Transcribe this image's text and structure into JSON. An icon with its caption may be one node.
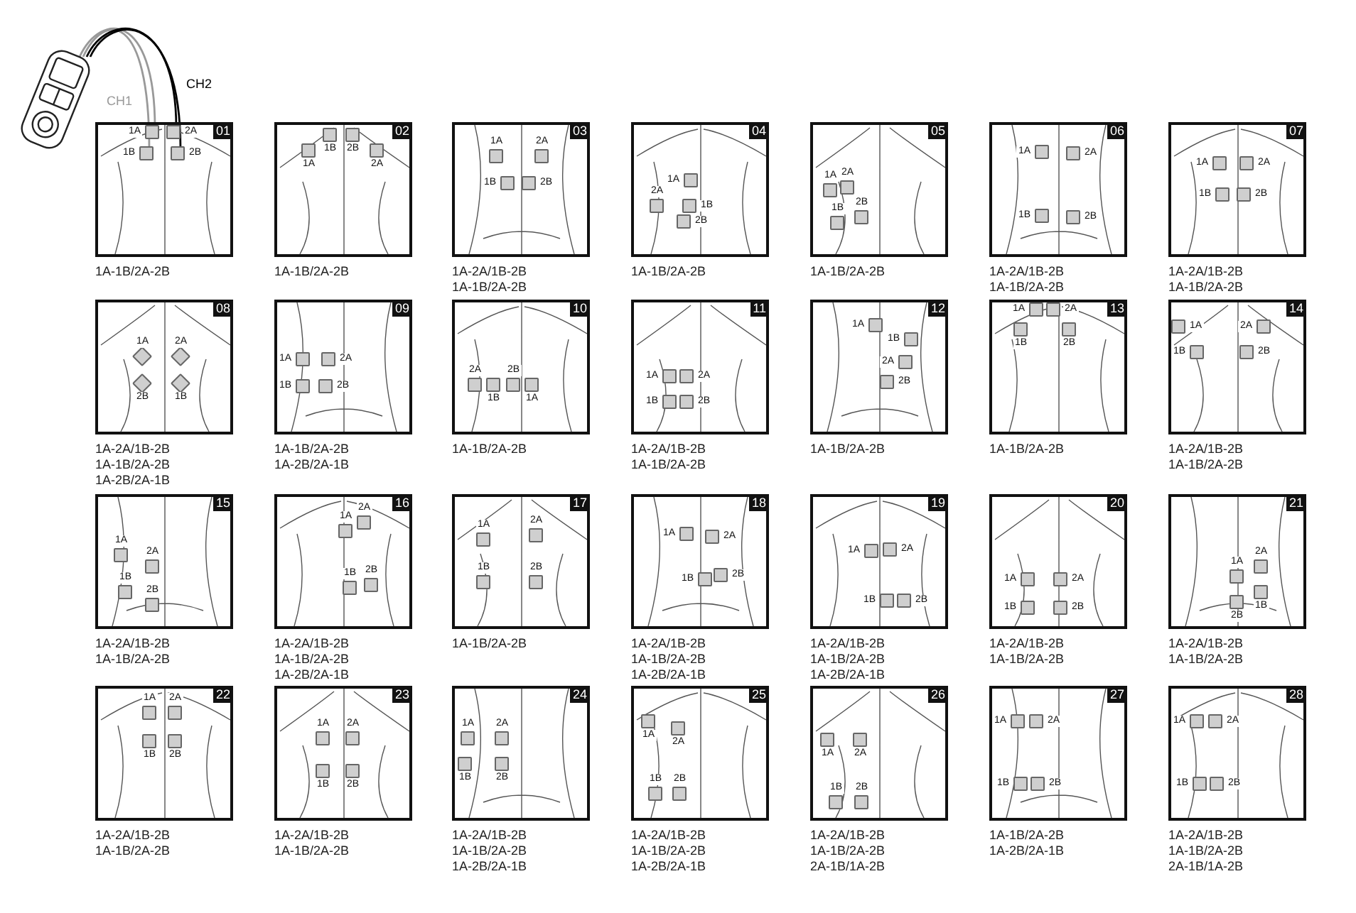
{
  "diagram": {
    "nodes": [
      {
        "text": [],
        "shape": "picture"
      },
      {
        "text": [
          "01"
        ],
        "beside": [
          "1A-1B/2A-2B"
        ]
      },
      {
        "text": [
          "1A"
        ],
        "in": 1
      },
      {
        "text": [
          "2A"
        ],
        "in": 1
      },
      {
        "text": [
          "1B"
        ],
        "in": 1
      },
      {
        "text": [
          "2B"
        ],
        "in": 1
      },
      {
        "text": [
          "02"
        ],
        "beside": [
          "1A-1B/2A-2B"
        ]
      },
      {
        "text": [
          "1A"
        ],
        "in": 6
      },
      {
        "text": [
          "2A"
        ],
        "in": 6
      },
      {
        "text": [
          "1B"
        ],
        "in": 6
      },
      {
        "text": [
          "2B"
        ],
        "in": 6
      },
      {
        "text": [
          "03"
        ],
        "beside": [
          "1A-2A/1B-2B",
          "1A-1B/2A-2B"
        ]
      },
      {
        "text": [
          "1A"
        ],
        "in": 11
      },
      {
        "text": [
          "2A"
        ],
        "in": 11
      },
      {
        "text": [
          "1B"
        ],
        "in": 11
      },
      {
        "text": [
          "2B"
        ],
        "in": 11
      },
      {
        "text": [
          "04"
        ],
        "beside": [
          "1A-1B/2A-2B"
        ]
      },
      {
        "text": [
          "1A"
        ],
        "in": 16
      },
      {
        "text": [
          "2A"
        ],
        "in": 16
      },
      {
        "text": [
          "1B"
        ],
        "in": 16
      },
      {
        "text": [
          "2B"
        ],
        "in": 16
      },
      {
        "text": [
          "05"
        ],
        "beside": [
          "1A-1B/2A-2B"
        ]
      },
      {
        "text": [
          "1A"
        ],
        "in": 21
      },
      {
        "text": [
          "2A"
        ],
        "in": 21
      },
      {
        "text": [
          "1B"
        ],
        "in": 21
      },
      {
        "text": [
          "2B"
        ],
        "in": 21
      },
      {
        "text": [
          "06"
        ],
        "beside": [
          "1A-2A/1B-2B",
          "1A-1B/2A-2B"
        ]
      },
      {
        "text": [
          "1A"
        ],
        "in": 26
      },
      {
        "text": [
          "2A"
        ],
        "in": 26
      },
      {
        "text": [
          "1B"
        ],
        "in": 26
      },
      {
        "text": [
          "2B"
        ],
        "in": 26
      },
      {
        "text": [
          "07"
        ],
        "beside": [
          "1A-2A/1B-2B",
          "1A-1B/2A-2B"
        ]
      },
      {
        "text": [
          "1A"
        ],
        "in": 31
      },
      {
        "text": [
          "2A"
        ],
        "in": 31
      },
      {
        "text": [
          "1B"
        ],
        "in": 31
      },
      {
        "text": [
          "2B"
        ],
        "in": 31
      },
      {
        "text": [
          "08"
        ],
        "beside": [
          "1A-2A/1B-2B",
          "1A-1B/2A-2B",
          "1A-2B/2A-1B"
        ]
      },
      {
        "text": [
          "1A"
        ],
        "in": 36
      },
      {
        "text": [
          "2A"
        ],
        "in": 36
      },
      {
        "text": [
          "1B"
        ],
        "in": 36
      },
      {
        "text": [
          "2B"
        ],
        "in": 36
      },
      {
        "text": [
          "09"
        ],
        "beside": [
          "1A-1B/2A-2B",
          "1A-2B/2A-1B"
        ]
      },
      {
        "text": [
          "1A"
        ],
        "in": 41
      },
      {
        "text": [
          "2A"
        ],
        "in": 41
      },
      {
        "text": [
          "1B"
        ],
        "in": 41
      },
      {
        "text": [
          "2B"
        ],
        "in": 41
      },
      {
        "text": [
          "10"
        ],
        "beside": [
          "1A-1B/2A-2B"
        ]
      },
      {
        "text": [
          "1A"
        ],
        "in": 46
      },
      {
        "text": [
          "2A"
        ],
        "in": 46
      },
      {
        "text": [
          "1B"
        ],
        "in": 46
      },
      {
        "text": [
          "2B"
        ],
        "in": 46
      },
      {
        "text": [
          "11"
        ],
        "beside": [
          "1A-2A/1B-2B",
          "1A-1B/2A-2B"
        ]
      },
      {
        "text": [
          "1A"
        ],
        "in": 51
      },
      {
        "text": [
          "2A"
        ],
        "in": 51
      },
      {
        "text": [
          "1B"
        ],
        "in": 51
      },
      {
        "text": [
          "2B"
        ],
        "in": 51
      },
      {
        "text": [
          "12"
        ],
        "beside": [
          "1A-1B/2A-2B"
        ]
      },
      {
        "text": [
          "1A"
        ],
        "in": 56
      },
      {
        "text": [
          "2A"
        ],
        "in": 56
      },
      {
        "text": [
          "1B"
        ],
        "in": 56
      },
      {
        "text": [
          "2B"
        ],
        "in": 56
      },
      {
        "text": [
          "13"
        ],
        "beside": [
          "1A-1B/2A-2B"
        ]
      },
      {
        "text": [
          "1A"
        ],
        "in": 61
      },
      {
        "text": [
          "2A"
        ],
        "in": 61
      },
      {
        "text": [
          "1B"
        ],
        "in": 61
      },
      {
        "text": [
          "2B"
        ],
        "in": 61
      },
      {
        "text": [
          "14"
        ],
        "beside": [
          "1A-2A/1B-2B",
          "1A-1B/2A-2B"
        ]
      },
      {
        "text": [
          "1A"
        ],
        "in": 66
      },
      {
        "text": [
          "2A"
        ],
        "in": 66
      },
      {
        "text": [
          "1B"
        ],
        "in": 66
      },
      {
        "text": [
          "2B"
        ],
        "in": 66
      },
      {
        "text": [
          "15"
        ],
        "beside": [
          "1A-2A/1B-2B",
          "1A-1B/2A-2B"
        ]
      },
      {
        "text": [
          "1A"
        ],
        "in": 71
      },
      {
        "text": [
          "2A"
        ],
        "in": 71
      },
      {
        "text": [
          "1B"
        ],
        "in": 71
      },
      {
        "text": [
          "2B"
        ],
        "in": 71
      },
      {
        "text": [
          "16"
        ],
        "beside": [
          "1A-2A/1B-2B",
          "1A-1B/2A-2B",
          "1A-2B/2A-1B"
        ]
      },
      {
        "text": [
          "1A"
        ],
        "in": 76
      },
      {
        "text": [
          "2A"
        ],
        "in": 76
      },
      {
        "text": [
          "1B"
        ],
        "in": 76
      },
      {
        "text": [
          "2B"
        ],
        "in": 76
      },
      {
        "text": [
          "17"
        ],
        "beside": [
          "1A-1B/2A-2B"
        ]
      },
      {
        "text": [
          "1A"
        ],
        "in": 81
      },
      {
        "text": [
          "2A"
        ],
        "in": 81
      },
      {
        "text": [
          "1B"
        ],
        "in": 81
      },
      {
        "text": [
          "2B"
        ],
        "in": 81
      },
      {
        "text": [
          "18"
        ],
        "beside": [
          "1A-2A/1B-2B",
          "1A-1B/2A-2B",
          "1A-2B/2A-1B"
        ]
      },
      {
        "text": [
          "1A"
        ],
        "in": 86
      },
      {
        "text": [
          "2A"
        ],
        "in": 86
      },
      {
        "text": [
          "1B"
        ],
        "in": 86
      },
      {
        "text": [
          "2B"
        ],
        "in": 86
      },
      {
        "text": [
          "19"
        ],
        "beside": [
          "1A-2A/1B-2B",
          "1A-1B/2A-2B",
          "1A-2B/2A-1B"
        ]
      },
      {
        "text": [
          "1A"
        ],
        "in": 91
      },
      {
        "text": [
          "2A"
        ],
        "in": 91
      },
      {
        "text": [
          "1B"
        ],
        "in": 91
      },
      {
        "text": [
          "2B"
        ],
        "in": 91
      },
      {
        "text": [
          "20"
        ],
        "beside": [
          "1A-2A/1B-2B",
          "1A-1B/2A-2B"
        ]
      },
      {
        "text": [
          "1A"
        ],
        "in": 96
      },
      {
        "text": [
          "2A"
        ],
        "in": 96
      },
      {
        "text": [
          "1B"
        ],
        "in": 96
      },
      {
        "text": [
          "2B"
        ],
        "in": 96
      },
      {
        "text": [
          "21"
        ],
        "beside": [
          "1A-2A/1B-2B",
          "1A-1B/2A-2B"
        ]
      },
      {
        "text": [
          "1A"
        ],
        "in": 101
      },
      {
        "text": [
          "2A"
        ],
        "in": 101
      },
      {
        "text": [
          "1B"
        ],
        "in": 101
      },
      {
        "text": [
          "2B"
        ],
        "in": 101
      },
      {
        "text": [
          "22"
        ],
        "beside": [
          "1A-2A/1B-2B",
          "1A-1B/2A-2B"
        ]
      },
      {
        "text": [
          "1A"
        ],
        "in": 106
      },
      {
        "text": [
          "2A"
        ],
        "in": 106
      },
      {
        "text": [
          "1B"
        ],
        "in": 106
      },
      {
        "text": [
          "2B"
        ],
        "in": 106
      },
      {
        "text": [
          "23"
        ],
        "beside": [
          "1A-2A/1B-2B",
          "1A-1B/2A-2B"
        ]
      },
      {
        "text": [
          "1A"
        ],
        "in": 111
      },
      {
        "text": [
          "2A"
        ],
        "in": 111
      },
      {
        "text": [
          "1B"
        ],
        "in": 111
      },
      {
        "text": [
          "2B"
        ],
        "in": 111
      },
      {
        "text": [
          "24"
        ],
        "beside": [
          "1A-2A/1B-2B",
          "1A-1B/2A-2B",
          "1A-2B/2A-1B"
        ]
      },
      {
        "text": [
          "1A"
        ],
        "in": 116
      },
      {
        "text": [
          "2A"
        ],
        "in": 116
      },
      {
        "text": [
          "1B"
        ],
        "in": 116
      },
      {
        "text": [
          "2B"
        ],
        "in": 116
      },
      {
        "text": [
          "25"
        ],
        "beside": [
          "1A-2A/1B-2B",
          "1A-1B/2A-2B",
          "1A-2B/2A-1B"
        ]
      },
      {
        "text": [
          "1A"
        ],
        "in": 121
      },
      {
        "text": [
          "2A"
        ],
        "in": 121
      },
      {
        "text": [
          "1B"
        ],
        "in": 121
      },
      {
        "text": [
          "2B"
        ],
        "in": 121
      },
      {
        "text": [
          "26"
        ],
        "beside": [
          "1A-2A/1B-2B",
          "1A-1B/2A-2B",
          "2A-1B/1A-2B"
        ]
      },
      {
        "text": [
          "1A"
        ],
        "in": 126
      },
      {
        "text": [
          "2A"
        ],
        "in": 126
      },
      {
        "text": [
          "1B"
        ],
        "in": 126
      },
      {
        "text": [
          "2B"
        ],
        "in": 126
      },
      {
        "text": [
          "27"
        ],
        "beside": [
          "1A-1B/2A-2B",
          "1A-2B/2A-1B"
        ]
      },
      {
        "text": [
          "1A"
        ],
        "in": 131
      },
      {
        "text": [
          "2A"
        ],
        "in": 131
      },
      {
        "text": [
          "1B"
        ],
        "in": 131
      },
      {
        "text": [
          "2B"
        ],
        "in": 131
      },
      {
        "text": [
          "28"
        ],
        "beside": [
          "1A-2A/1B-2B",
          "1A-1B/2A-2B",
          "2A-1B/1A-2B"
        ]
      },
      {
        "text": [
          "1A"
        ],
        "in": 136
      },
      {
        "text": [
          "2A"
        ],
        "in": 136
      },
      {
        "text": [
          "1B"
        ],
        "in": 136
      },
      {
        "text": [
          "2B"
        ],
        "in": 136
      }
    ],
    "edges": [
      {
        "from": 0,
        "to": 2,
        "arrow": "none",
        "label": "CH1",
        "color": "#999999"
      },
      {
        "from": 0,
        "to": 4,
        "arrow": "none",
        "color": "#999999"
      },
      {
        "from": 0,
        "to": 3,
        "arrow": "none",
        "label": "CH2",
        "color": "#000000"
      },
      {
        "from": 0,
        "to": 5,
        "arrow": "none",
        "color": "#000000"
      }
    ]
  }
}
